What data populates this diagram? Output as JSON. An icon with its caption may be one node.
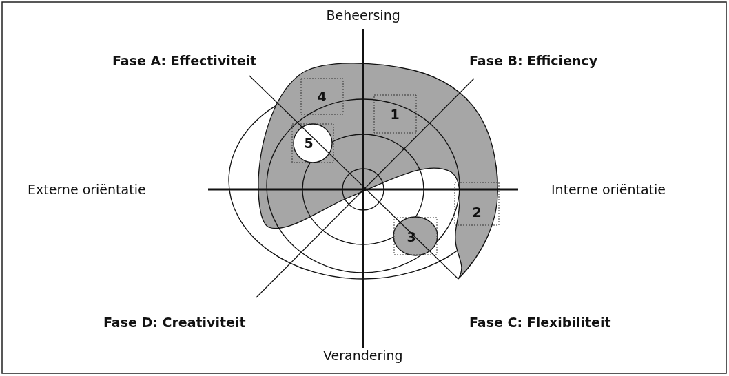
{
  "diagram": {
    "labels": [
      "Beheersing",
      "Fase A: Effectiviteit",
      "Fase B: Efficiency",
      "4",
      "1",
      "5",
      "Externe oriëntatie",
      "Interne oriëntatie",
      "2",
      "3",
      "Fase D: Creativiteit",
      "Fase C: Flexibiliteit",
      "Verandering"
    ]
  }
}
